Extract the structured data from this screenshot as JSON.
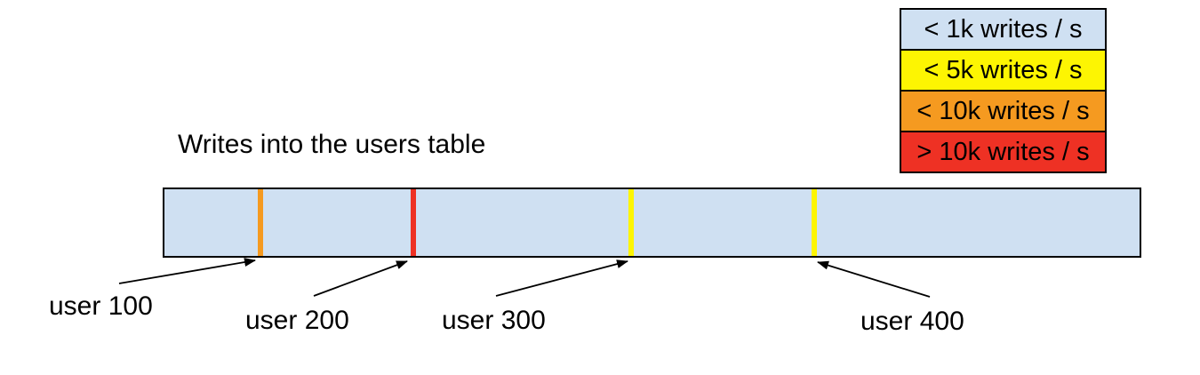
{
  "diagram": {
    "title": "Writes into the users table",
    "bar_fill_color": "#cfe0f2",
    "border_color": "#000000",
    "users": [
      {
        "label": "user 100",
        "stripe_color": "#f59a20",
        "position_pct": 9.8
      },
      {
        "label": "user 200",
        "stripe_color": "#ee3124",
        "position_pct": 25.5
      },
      {
        "label": "user 300",
        "stripe_color": "#fdf502",
        "position_pct": 47.9
      },
      {
        "label": "user 400",
        "stripe_color": "#fdf502",
        "position_pct": 66.6
      }
    ]
  },
  "legend": {
    "items": [
      {
        "label": "< 1k writes / s",
        "color": "#cfe0f2"
      },
      {
        "label": "< 5k writes / s",
        "color": "#fdf502"
      },
      {
        "label": "< 10k writes / s",
        "color": "#f59a20"
      },
      {
        "label": "> 10k writes / s",
        "color": "#ee3124"
      }
    ]
  }
}
